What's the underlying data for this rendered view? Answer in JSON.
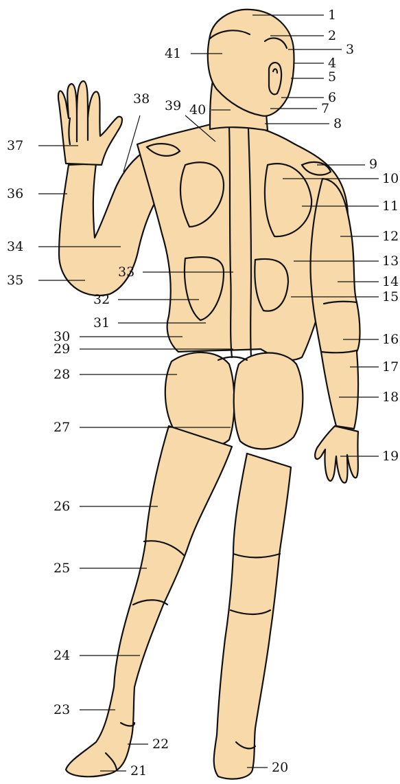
{
  "figure": {
    "labels": [
      "1",
      "2",
      "3",
      "4",
      "5",
      "6",
      "7",
      "8",
      "9",
      "10",
      "11",
      "12",
      "13",
      "14",
      "15",
      "16",
      "17",
      "18",
      "19",
      "20",
      "21",
      "22",
      "23",
      "24",
      "25",
      "26",
      "27",
      "28",
      "29",
      "30",
      "31",
      "32",
      "33",
      "34",
      "35",
      "36",
      "37",
      "38",
      "39",
      "40",
      "41"
    ]
  },
  "colors": {
    "skin": "#F8D9AA",
    "outline": "#111111",
    "background": "#FFFFFF"
  }
}
